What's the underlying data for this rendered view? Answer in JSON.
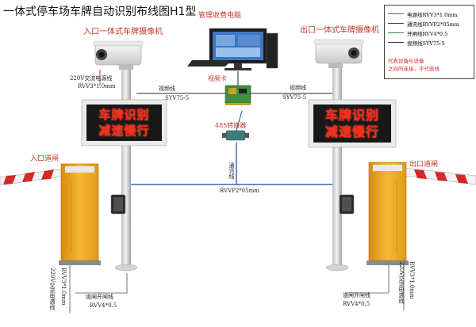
{
  "title": "一体式停车场车牌自动识别布线图H1型",
  "labels": {
    "entry_camera": "入口一体式车牌摄像机",
    "exit_camera": "出口一体式车牌摄像机",
    "pc": "管理收费电脑",
    "video_card": "视频卡",
    "converter": "485转换器",
    "entry_gate": "入口道闸",
    "exit_gate": "出口道闸"
  },
  "cables": {
    "power_220_line": "220V交流电源线",
    "rvv_3x1": "RVV3*1.0mm",
    "video_line": "视频线",
    "syv": "SYV75-5",
    "rvv_video_left": "视频线",
    "syv_left": "SYV75-5",
    "video_line_right": "视频线",
    "syv_right": "SYV75-5",
    "comm_line": "通讯线",
    "rvvp": "RVVP2*05mm",
    "power_220_vertical_left": "220V交流电源线",
    "rvv_vertical_left": "RVV3*1.0mm",
    "gate_open_left": "道闸开闸线",
    "rvv4_left": "RVV4*0.5",
    "gate_open_right": "道闸开闸线",
    "rvv4_right": "RVV4*0.5",
    "power_220_vertical_right": "220V交流电源线",
    "rvv_vertical_right": "RVV3*1.0mm",
    "comm_vertical": "通讯线"
  },
  "display": {
    "left_line1": "车牌识别",
    "left_line2": "减速慢行",
    "right_line1": "车牌识别",
    "right_line2": "减速慢行"
  },
  "legend": {
    "items": [
      {
        "label": "电源线RVV3*1.0mm",
        "color": "#d32f2f"
      },
      {
        "label": "通讯线RVVP2*05mm",
        "color": "#1e40af"
      },
      {
        "label": "开闸线RVV4*0.5",
        "color": "#2e7d32"
      },
      {
        "label": "视频线SYV75-5",
        "color": "#333333"
      }
    ],
    "note_line1": "代表设备与设备",
    "note_line2": "之间的连接，不代表线"
  },
  "colors": {
    "power": "#d32f2f",
    "comm": "#1e40af",
    "gate": "#2e7d32",
    "video": "#333333",
    "led_red": "#ff2a1a",
    "gate_yellow": "#f2a720"
  }
}
